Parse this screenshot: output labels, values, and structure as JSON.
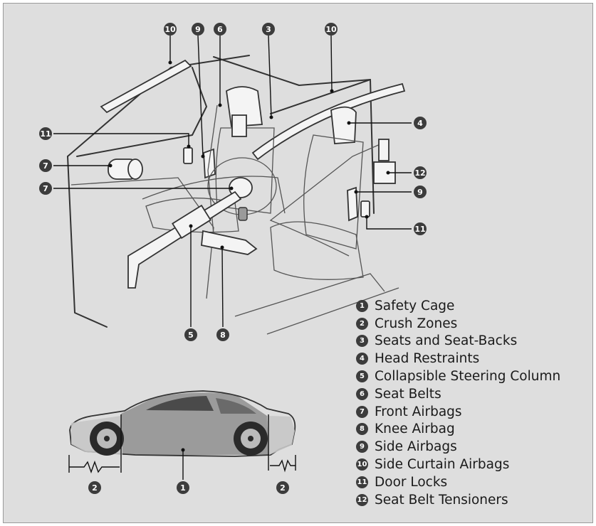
{
  "legend": [
    {
      "num": "1",
      "label": "Safety Cage"
    },
    {
      "num": "2",
      "label": "Crush Zones"
    },
    {
      "num": "3",
      "label": "Seats and Seat-Backs"
    },
    {
      "num": "4",
      "label": "Head Restraints"
    },
    {
      "num": "5",
      "label": "Collapsible Steering Column"
    },
    {
      "num": "6",
      "label": "Seat Belts"
    },
    {
      "num": "7",
      "label": "Front Airbags"
    },
    {
      "num": "8",
      "label": "Knee Airbag"
    },
    {
      "num": "9",
      "label": "Side Airbags"
    },
    {
      "num": "10",
      "label": "Side Curtain Airbags"
    },
    {
      "num": "11",
      "label": "Door Locks"
    },
    {
      "num": "12",
      "label": "Seat Belt Tensioners"
    }
  ],
  "callouts": {
    "top_curtain_left": "10",
    "top_side_airbag": "9",
    "top_seat_belt": "6",
    "top_seat": "3",
    "top_curtain_right": "10",
    "left_door_lock": "11",
    "left_front_airbag_passenger": "7",
    "left_front_airbag_driver": "7",
    "right_head_restraint": "4",
    "right_tensioner": "12",
    "right_side_airbag": "9",
    "right_door_lock": "11",
    "bottom_steering_column": "5",
    "bottom_knee_airbag": "8",
    "car_crush_front": "2",
    "car_safety_cage": "1",
    "car_crush_rear": "2"
  },
  "colors": {
    "background": "#dedede",
    "callout_fill": "#3c3c3c",
    "line": "#111111"
  }
}
